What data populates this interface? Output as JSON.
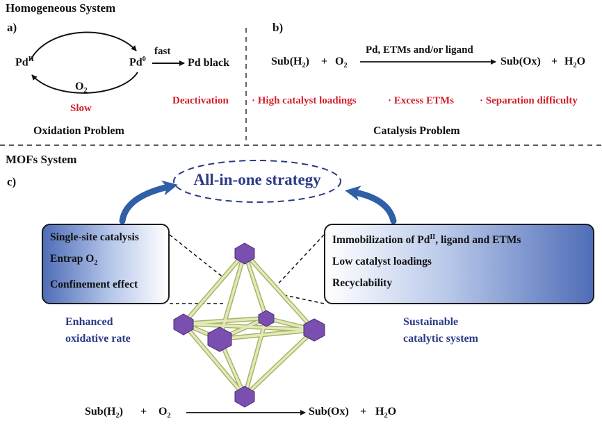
{
  "top": {
    "title": "Homogeneous System",
    "panel_a": {
      "label": "a)",
      "pd_ii": "Pd",
      "pd_ii_sup": "II",
      "pd_0": "Pd",
      "pd_0_sup": "0",
      "fast": "fast",
      "pd_black": "Pd black",
      "o2": "O",
      "o2_sub": "2",
      "slow": "Slow",
      "caption": "Oxidation Problem"
    },
    "panel_b": {
      "label": "b)",
      "reactant": "Sub(H",
      "reactant_sub": "2",
      "reactant_end": ")",
      "plus1": "+",
      "o2": "O",
      "o2_sub": "2",
      "arrow_label": "Pd, ETMs and/or ligand",
      "product": "Sub(Ox)",
      "plus2": "+",
      "water": "H",
      "water_sub": "2",
      "water_end": "O",
      "caption": "Catalysis Problem"
    },
    "deactivation": {
      "label": "Deactivation",
      "items": [
        "· High catalyst loadings",
        "· Excess ETMs",
        "· Separation difficulty"
      ]
    }
  },
  "bottom": {
    "title": "MOFs System",
    "label": "c)",
    "strategy": "All-in-one strategy",
    "left_box": [
      "Single-site catalysis",
      "Entrap O",
      "Confinement effect"
    ],
    "left_box_o2_sub": "2",
    "right_box": [
      "Immobilization of Pd",
      ", ligand and ETMs",
      "Low catalyst loadings",
      "Recyclability"
    ],
    "right_box_sup": "II",
    "left_caption": [
      "Enhanced",
      "oxidative rate"
    ],
    "right_caption": [
      "Sustainable",
      "catalytic system"
    ],
    "equation": {
      "reactant": "Sub(H",
      "reactant_sub": "2",
      "reactant_end": ")",
      "plus1": "+",
      "o2": "O",
      "o2_sub": "2",
      "product": "Sub(Ox)",
      "plus2": "+",
      "water": "H",
      "water_sub": "2",
      "water_end": "O"
    }
  },
  "colors": {
    "red": "#d0202e",
    "navy": "#2b3a86",
    "arrow_blue": "#2f5fa6",
    "strut": "#e3eab8",
    "node": "#7a4fb0"
  }
}
